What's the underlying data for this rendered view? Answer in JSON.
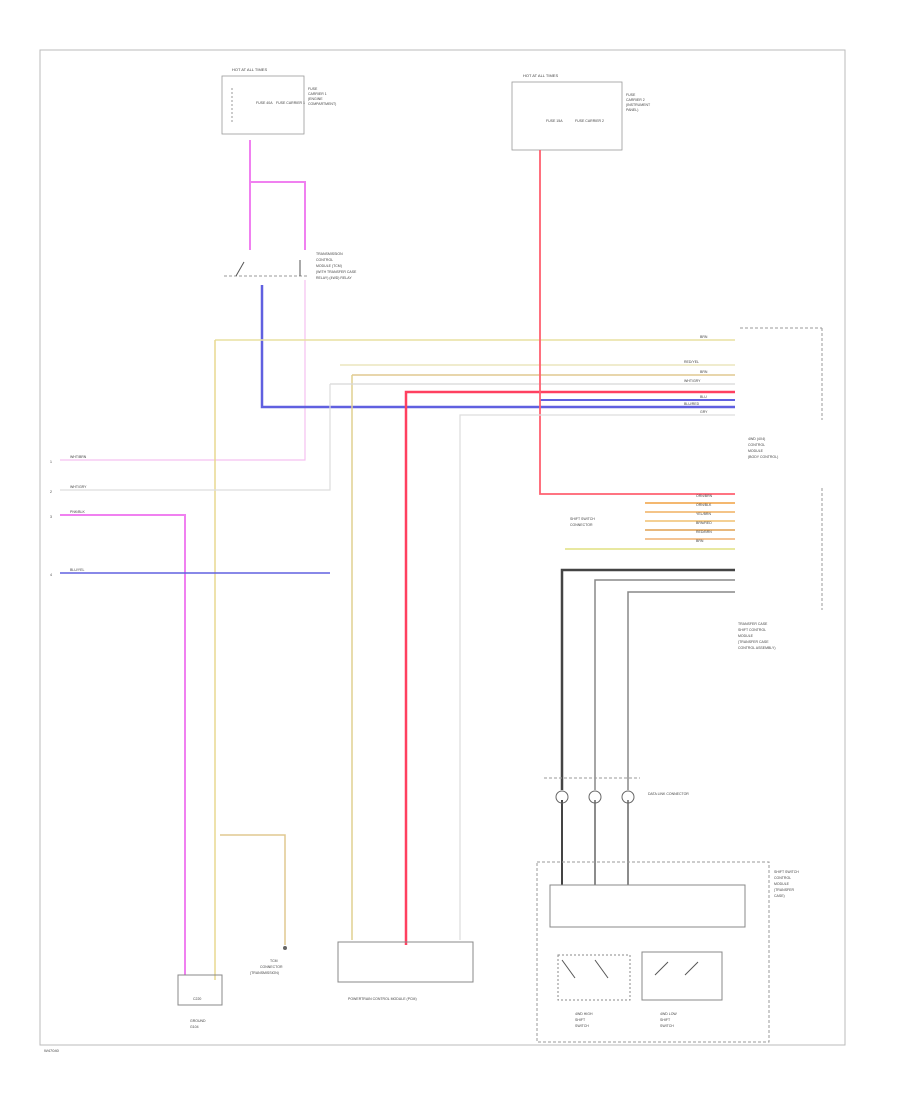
{
  "footer": {
    "code": "W47040"
  },
  "fuse_box_left": {
    "title": "HOT AT ALL TIMES",
    "fuse": "FUSE 40A",
    "label": "FUSE CARRIER 1",
    "caption": [
      "FUSE",
      "CARRIER 1",
      "(ENGINE",
      "COMPARTMENT)"
    ]
  },
  "fuse_box_right": {
    "title": "HOT AT ALL TIMES",
    "fuse": "FUSE 15A",
    "label": "FUSE CARRIER 2",
    "caption": [
      "FUSE",
      "CARRIER 2",
      "(INSTRUMENT",
      "PANEL)"
    ]
  },
  "relay": {
    "caption": [
      "TRANSMISSION",
      "CONTROL",
      "MODULE (TCM)",
      "(WITH TRANSFER CASE",
      "RELAY) (4WD) RELAY"
    ]
  },
  "module_right": {
    "caption": [
      "4WD (4X4)",
      "CONTROL",
      "MODULE",
      "(BODY CONTROL)"
    ]
  },
  "connector_right_2": {
    "caption": [
      "TRANSFER CASE",
      "SHIFT CONTROL",
      "MODULE",
      "(TRANSFER CASE",
      "CONTROL ASSEMBLY)"
    ]
  },
  "ground_points": {
    "caption": "DATA LINK CONNECTOR"
  },
  "left_wires": [
    {
      "label": "WHT/BRN",
      "value": "1"
    },
    {
      "label": "WHT/GRY",
      "value": "2"
    },
    {
      "label": "PNK/BLK",
      "value": "3"
    },
    {
      "label": "BLU/YEL",
      "value": "4"
    }
  ],
  "wire_labels": [
    "BRN",
    "RED/YEL",
    "BRN",
    "WHT/GRY",
    "BLU",
    "BLU/RED",
    "GRY"
  ],
  "connector_pins": [
    "ORN/BRN",
    "ORN/BLK",
    "YEL/BRN",
    "BRN/RED",
    "RED/BRN",
    "BRN"
  ],
  "mid_label": [
    "SHIFT SWITCH",
    "CONNECTOR"
  ],
  "lower_labels": {
    "switch_assembly": [
      "SHIFT SWITCH",
      "CONTROL",
      "MODULE",
      "(TRANSFER",
      "CASE)"
    ],
    "switch_1": [
      "4WD HIGH",
      "SHIFT",
      "SWITCH"
    ],
    "switch_2": [
      "4WD LOW",
      "SHIFT",
      "SWITCH"
    ],
    "ground_left": [
      "GROUND",
      "G104"
    ],
    "ground_connector": [
      "TCM",
      "CONNECTOR",
      "(TRANSMISSION)"
    ],
    "pcm": "POWERTRAIN CONTROL MODULE (PCM)",
    "plug": "C220"
  }
}
